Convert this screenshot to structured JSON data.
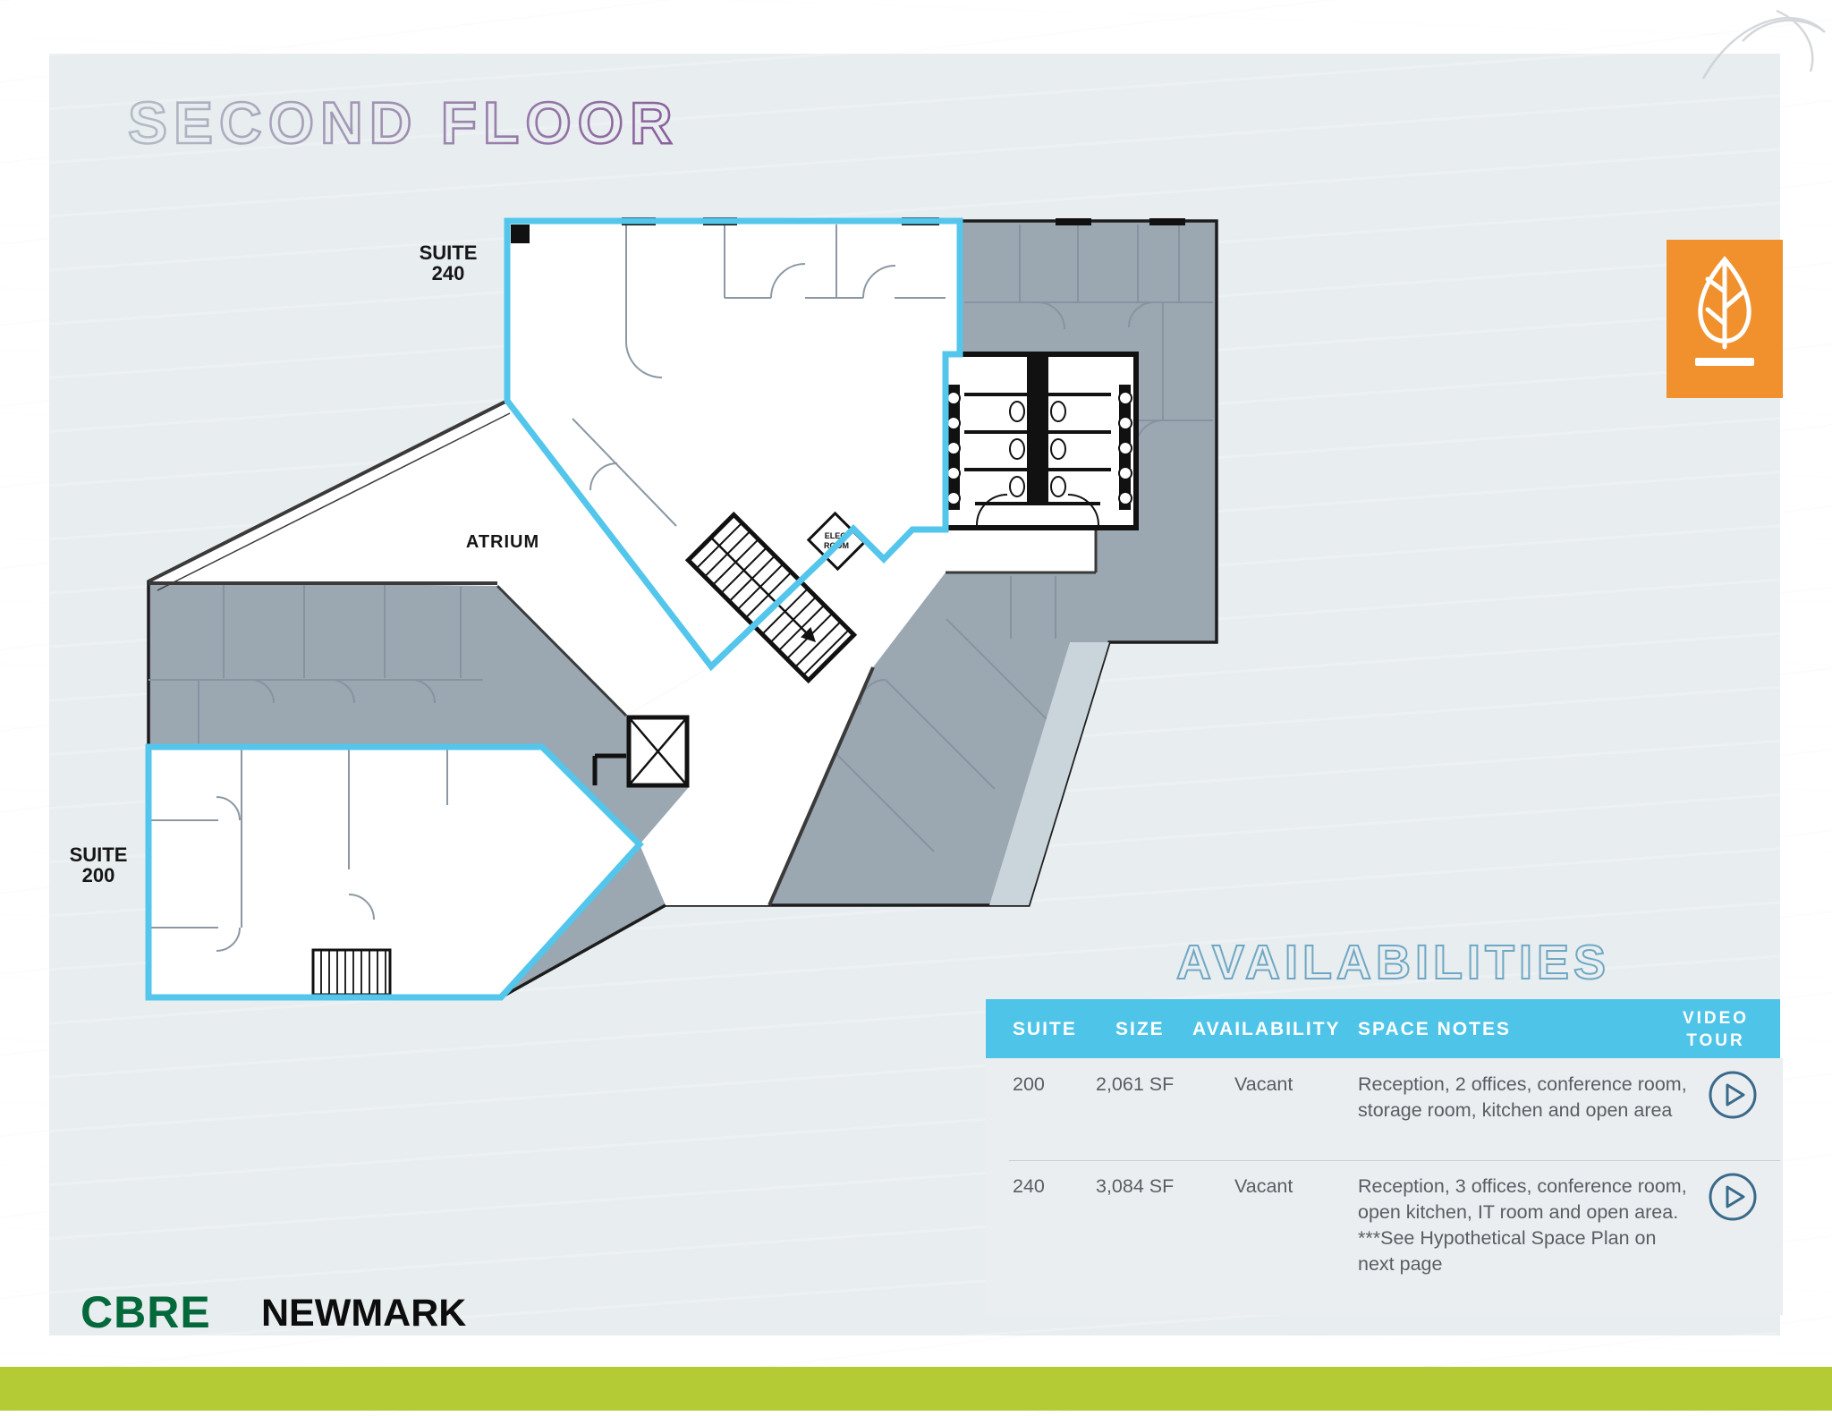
{
  "title": "SECOND FLOOR",
  "plan": {
    "suite240": {
      "line1": "SUITE",
      "line2": "240"
    },
    "suite200": {
      "line1": "SUITE",
      "line2": "200"
    },
    "atrium": "ATRIUM",
    "elec": {
      "line1": "ELEC.",
      "line2": "ROOM"
    }
  },
  "availabilities": {
    "title": "AVAILABILITIES",
    "headers": [
      "SUITE",
      "SIZE",
      "AVAILABILITY",
      "SPACE NOTES"
    ],
    "video_header": {
      "line1": "VIDEO",
      "line2": "TOUR"
    },
    "rows": [
      {
        "suite": "200",
        "size": "2,061 SF",
        "availability": "Vacant",
        "notes": "Reception, 2 offices, conference room, storage room, kitchen and open area"
      },
      {
        "suite": "240",
        "size": "3,084 SF",
        "availability": "Vacant",
        "notes": "Reception, 3 offices, conference room, open kitchen, IT room and open area.\n***See Hypothetical Space Plan on next page"
      }
    ]
  },
  "logos": {
    "cbre": "CBRE",
    "newmark": "NEWMARK"
  },
  "colors": {
    "suite_outline_blue": "#54c6ec",
    "table_header_blue": "#4fc4e9",
    "leased_gray": "#9ba7b1",
    "badge_orange": "#f0912d",
    "footer_green": "#b5cb35",
    "cbre_green": "#03693b",
    "title_gradient_start": "#b3bdc6",
    "title_gradient_end": "#8a5f9b",
    "availabilities_outline": "#6fa8c4"
  }
}
